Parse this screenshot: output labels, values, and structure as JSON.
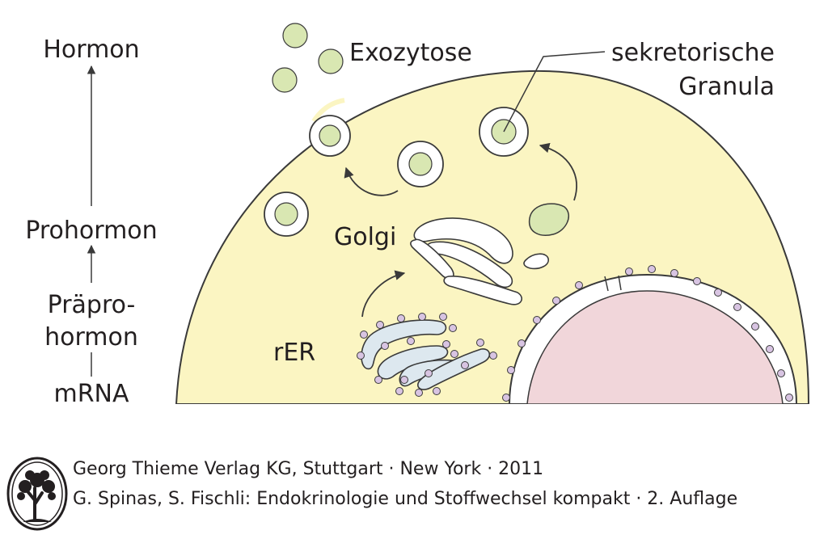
{
  "diagram": {
    "pathway": [
      "Hormon",
      "Prohormon",
      "Präpro-",
      "hormon",
      "mRNA"
    ],
    "labels": {
      "exocytosis": "Exozytose",
      "granules_line1": "sekretorische",
      "granules_line2": "Granula",
      "golgi": "Golgi",
      "rer": "rER"
    },
    "colors": {
      "cytoplasm": "#fbf5c2",
      "nucleus": "#f1d6da",
      "granule_core": "#d9e7b2",
      "er": "#dde8ef",
      "ribosome": "#d8c4e2",
      "outline": "#3a3a3a"
    }
  },
  "footer": {
    "line1": "Georg Thieme Verlag KG, Stuttgart · New York · 2011",
    "line2": "G. Spinas, S. Fischli: Endokrinologie und Stoffwechsel kompakt · 2. Auflage",
    "logo_icon": "thieme-tree-logo-icon"
  }
}
